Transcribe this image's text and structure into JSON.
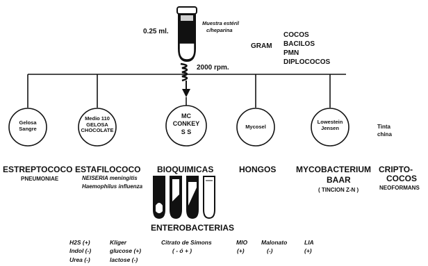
{
  "top": {
    "volume": "0.25 ml.",
    "sample_note_line1": "Muestra estéril",
    "sample_note_line2": "c/heparina",
    "gram": "GRAM",
    "gram_results": [
      "COCOS",
      "BACILOS",
      "PMN",
      "DIPLOCOCOS"
    ],
    "speed": "2000 rpm."
  },
  "media": [
    {
      "lines": [
        "Gelosa",
        "Sangre"
      ]
    },
    {
      "lines": [
        "Medio 110",
        "GELOSA",
        "CHOCOLATE"
      ]
    },
    {
      "lines": [
        "MC",
        "CONKEY",
        "S S"
      ]
    },
    {
      "lines": [
        "Mycosel"
      ]
    },
    {
      "lines": [
        "Lowestein",
        "Jensen"
      ]
    }
  ],
  "side_note": [
    "Tinta",
    "china"
  ],
  "organisms": {
    "strep": [
      "ESTREPTOCOCO",
      "PNEUMONIAE"
    ],
    "staph": [
      "ESTAFILOCOCO",
      "NEISERIA meningitis",
      "Haemophilus influenza"
    ],
    "bioq": "BIOQUIMICAS",
    "entero": "ENTEROBACTERIAS",
    "hongos": "HONGOS",
    "myco": [
      "MYCOBACTERIUM",
      "BAAR",
      "( TINCION  Z-N )"
    ],
    "cripto": [
      "CRIPTO-",
      "COCOS",
      "NEOFORMANS"
    ]
  },
  "tests": {
    "h2s": "H2S  (+)",
    "indol": "Indol  (-)",
    "urea": "Urea  (-)",
    "kliger": "Kliger",
    "glucose": "glucose  (+)",
    "lactose": "lactose  (-)",
    "citrato": "Citrato de Simons",
    "citrato_val": "( - ó + )",
    "mio": "MIO",
    "mio_val": "(+)",
    "malonato": "Malonato",
    "malonato_val": "(-)",
    "lia": "LIA",
    "lia_val": "(+)"
  }
}
